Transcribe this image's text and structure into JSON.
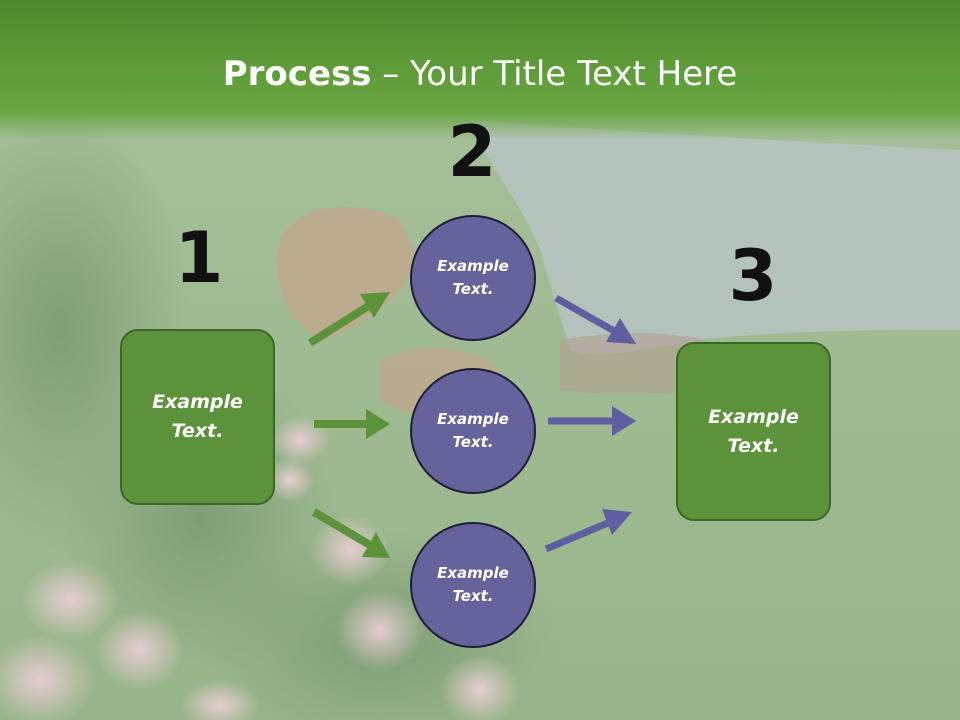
{
  "slide": {
    "title_bold": "Process",
    "title_rest": " – Your Title Text Here",
    "step_numbers": [
      "1",
      "2",
      "3"
    ],
    "left_box": "Example\nText.",
    "circles": [
      "Example\nText.",
      "Example\nText.",
      "Example\nText."
    ],
    "right_box": "Example\nText."
  },
  "colors": {
    "title_band": "#5f9e39",
    "box_fill": "#5c923a",
    "circle_fill": "#65639b",
    "green_arrow": "#5c923a",
    "purple_arrow": "#5f5ea0"
  },
  "icons": {
    "arrow": "arrow-right-icon"
  }
}
